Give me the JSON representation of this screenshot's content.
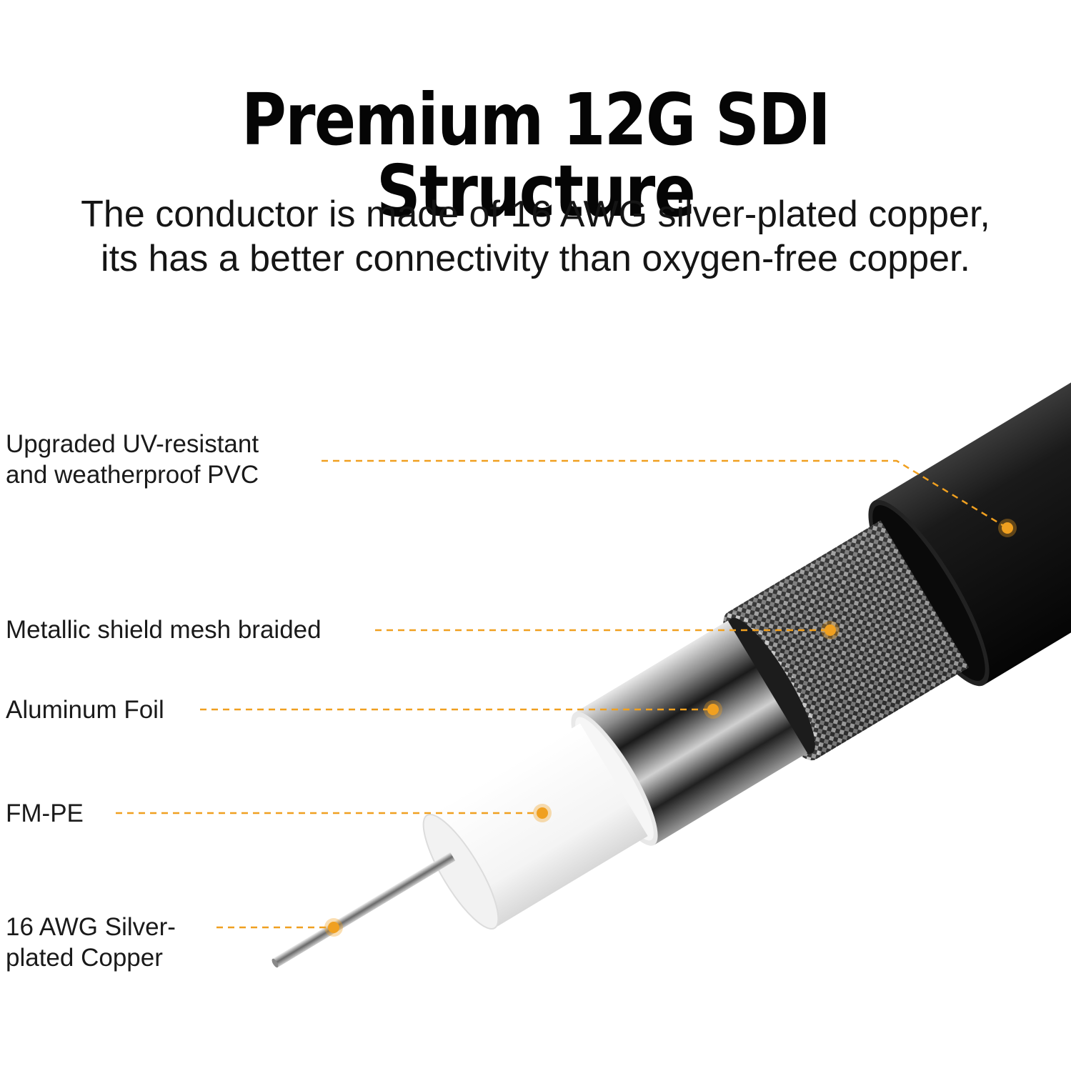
{
  "heading": {
    "title": "Premium 12G SDI Structure",
    "line1": "The conductor is made of 16 AWG silver-plated copper,",
    "line2": "its has a better connectivity than oxygen-free copper."
  },
  "layers": [
    {
      "id": "pvc",
      "line1": "Upgraded UV-resistant",
      "line2": "and weatherproof PVC"
    },
    {
      "id": "braid",
      "line1": "Metallic shield mesh braided"
    },
    {
      "id": "foil",
      "line1": "Aluminum Foil"
    },
    {
      "id": "fmpe",
      "line1": "FM-PE"
    },
    {
      "id": "core",
      "line1": "16 AWG Silver-",
      "line2": "plated Copper"
    }
  ],
  "colors": {
    "accent": "#f0a020",
    "jacket": "#111111",
    "dielectric": "#f4f4f4"
  }
}
